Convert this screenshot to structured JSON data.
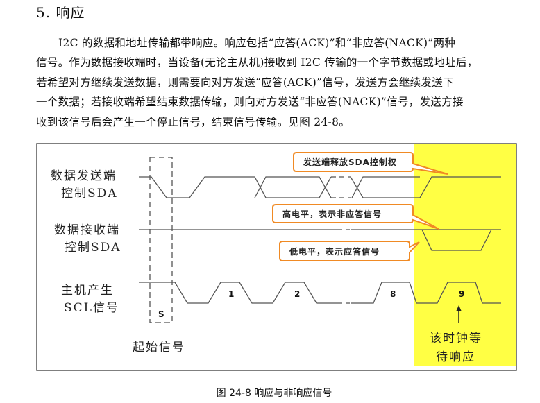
{
  "heading": "5.  响应",
  "paragraph": [
    "I2C 的数据和地址传输都带响应。响应包括“应答(ACK)”和“非应答(NACK)”两种",
    "信号。作为数据接收端时，当设备(无论主从机)接收到  I2C 传输的一个字节数据或地址后，",
    "若希望对方继续发送数据，则需要向对方发送“应答(ACK)”信号，发送方会继续发送下",
    "一个数据；若接收端希望结束数据传输，则向对方发送“非应答(NACK)”信号，发送方接",
    "收到该信号后会产生一个停止信号，结束信号传输。见图 24-8。"
  ],
  "diagram": {
    "sender_label": [
      "数据发送端",
      "控制SDA"
    ],
    "receiver_label": [
      "数据接收端",
      "控制SDA"
    ],
    "scl_label": [
      "主机产生",
      "SCL信号"
    ],
    "start_mark": "S",
    "start_label": "起始信号",
    "clock_numbers": [
      "1",
      "2",
      "8",
      "9"
    ],
    "callout_release": "发送端释放SDA控制权",
    "callout_nack": "高电平，表示非应答信号",
    "callout_ack": "低电平，表示应答信号",
    "wait_label": [
      "该时钟等",
      "待响应"
    ],
    "highlight_color": "#ffff44",
    "callout_color": "#f08a24"
  },
  "caption": "图 24-8 响应与非响应信号"
}
